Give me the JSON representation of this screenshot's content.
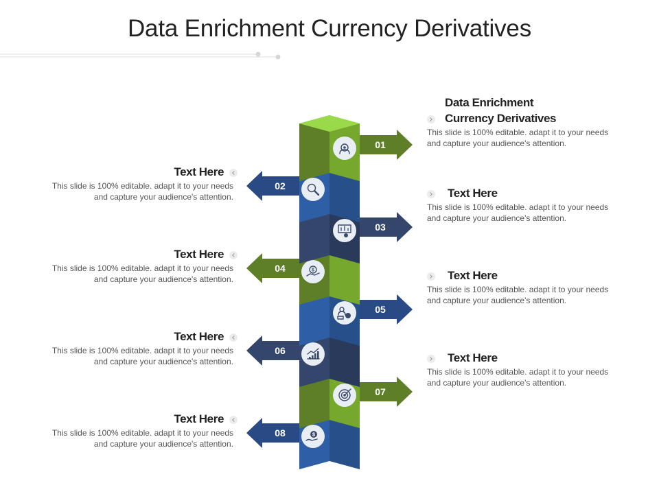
{
  "title": "Data Enrichment Currency Derivatives",
  "colors": {
    "green_top": "#9ad94a",
    "green_left": "#5e7f28",
    "green_right": "#75a82c",
    "blue_top": "#4f86d6",
    "blue_left": "#2e5fa6",
    "blue_right": "#274f8a",
    "navy_top": "#46608c",
    "navy_left": "#34466b",
    "navy_right": "#2a3a5a",
    "arrow_green": "#5e7f28",
    "arrow_blue": "#2a4a85",
    "arrow_navy": "#34466b"
  },
  "steps": [
    {
      "number": "01",
      "title": "Data Enrichment\nCurrency Derivatives",
      "body": "This slide is 100% editable. adapt it to your needs and capture your audience's attention.",
      "side": "right",
      "color": "green",
      "icon": "gear-head-icon"
    },
    {
      "number": "02",
      "title": "Text Here",
      "body": "This slide is 100% editable. adapt it to your needs and capture your audience's attention.",
      "side": "left",
      "color": "blue",
      "icon": "magnifier-icon"
    },
    {
      "number": "03",
      "title": "Text Here",
      "body": "This slide is 100% editable. adapt it to your needs and capture your audience's attention.",
      "side": "right",
      "color": "navy",
      "icon": "presentation-icon"
    },
    {
      "number": "04",
      "title": "Text Here",
      "body": "This slide is 100% editable. adapt it to your needs and capture your audience's attention.",
      "side": "left",
      "color": "green",
      "icon": "money-hand-icon"
    },
    {
      "number": "05",
      "title": "Text Here",
      "body": "This slide is 100% editable. adapt it to your needs and capture your audience's attention.",
      "side": "right",
      "color": "blue",
      "icon": "analyst-icon"
    },
    {
      "number": "06",
      "title": "Text Here",
      "body": "This slide is 100% editable. adapt it to your needs and capture your audience's attention.",
      "side": "left",
      "color": "navy",
      "icon": "growth-chart-icon"
    },
    {
      "number": "07",
      "title": "Text Here",
      "body": "This slide is 100% editable. adapt it to your needs and capture your audience's attention.",
      "side": "right",
      "color": "green",
      "icon": "target-icon"
    },
    {
      "number": "08",
      "title": "Text Here",
      "body": "This slide is 100% editable. adapt it to your needs and capture your audience's attention.",
      "side": "left",
      "color": "blue",
      "icon": "dollar-hand-icon"
    }
  ]
}
